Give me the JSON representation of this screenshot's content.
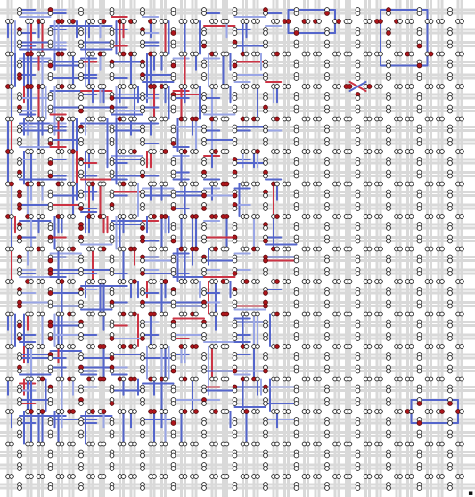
{
  "view": {
    "kind": "fpga-routing-view",
    "clb_columns": 15,
    "clb_rows": 15
  },
  "colors": {
    "background": "#ffffff",
    "channel_track": "#d9d9d9",
    "pin_idle": "#ffffff",
    "pin_used": "#b0151b",
    "route_primary": "#5566cc",
    "route_critical": "#cc3344",
    "route_light": "#9aa6e6"
  },
  "nets": {
    "note_dense_region": {
      "col_max": 8,
      "row_max": 12
    },
    "isolated_routes": [
      {
        "from": [
          9,
          0
        ],
        "to": [
          10,
          0
        ]
      },
      {
        "from": [
          12,
          0
        ],
        "to": [
          13,
          1
        ]
      },
      {
        "from": [
          11,
          2
        ],
        "to": [
          11,
          2
        ]
      },
      {
        "from": [
          13,
          12
        ],
        "to": [
          14,
          12
        ]
      }
    ]
  },
  "toolbar_glyph": "▪"
}
